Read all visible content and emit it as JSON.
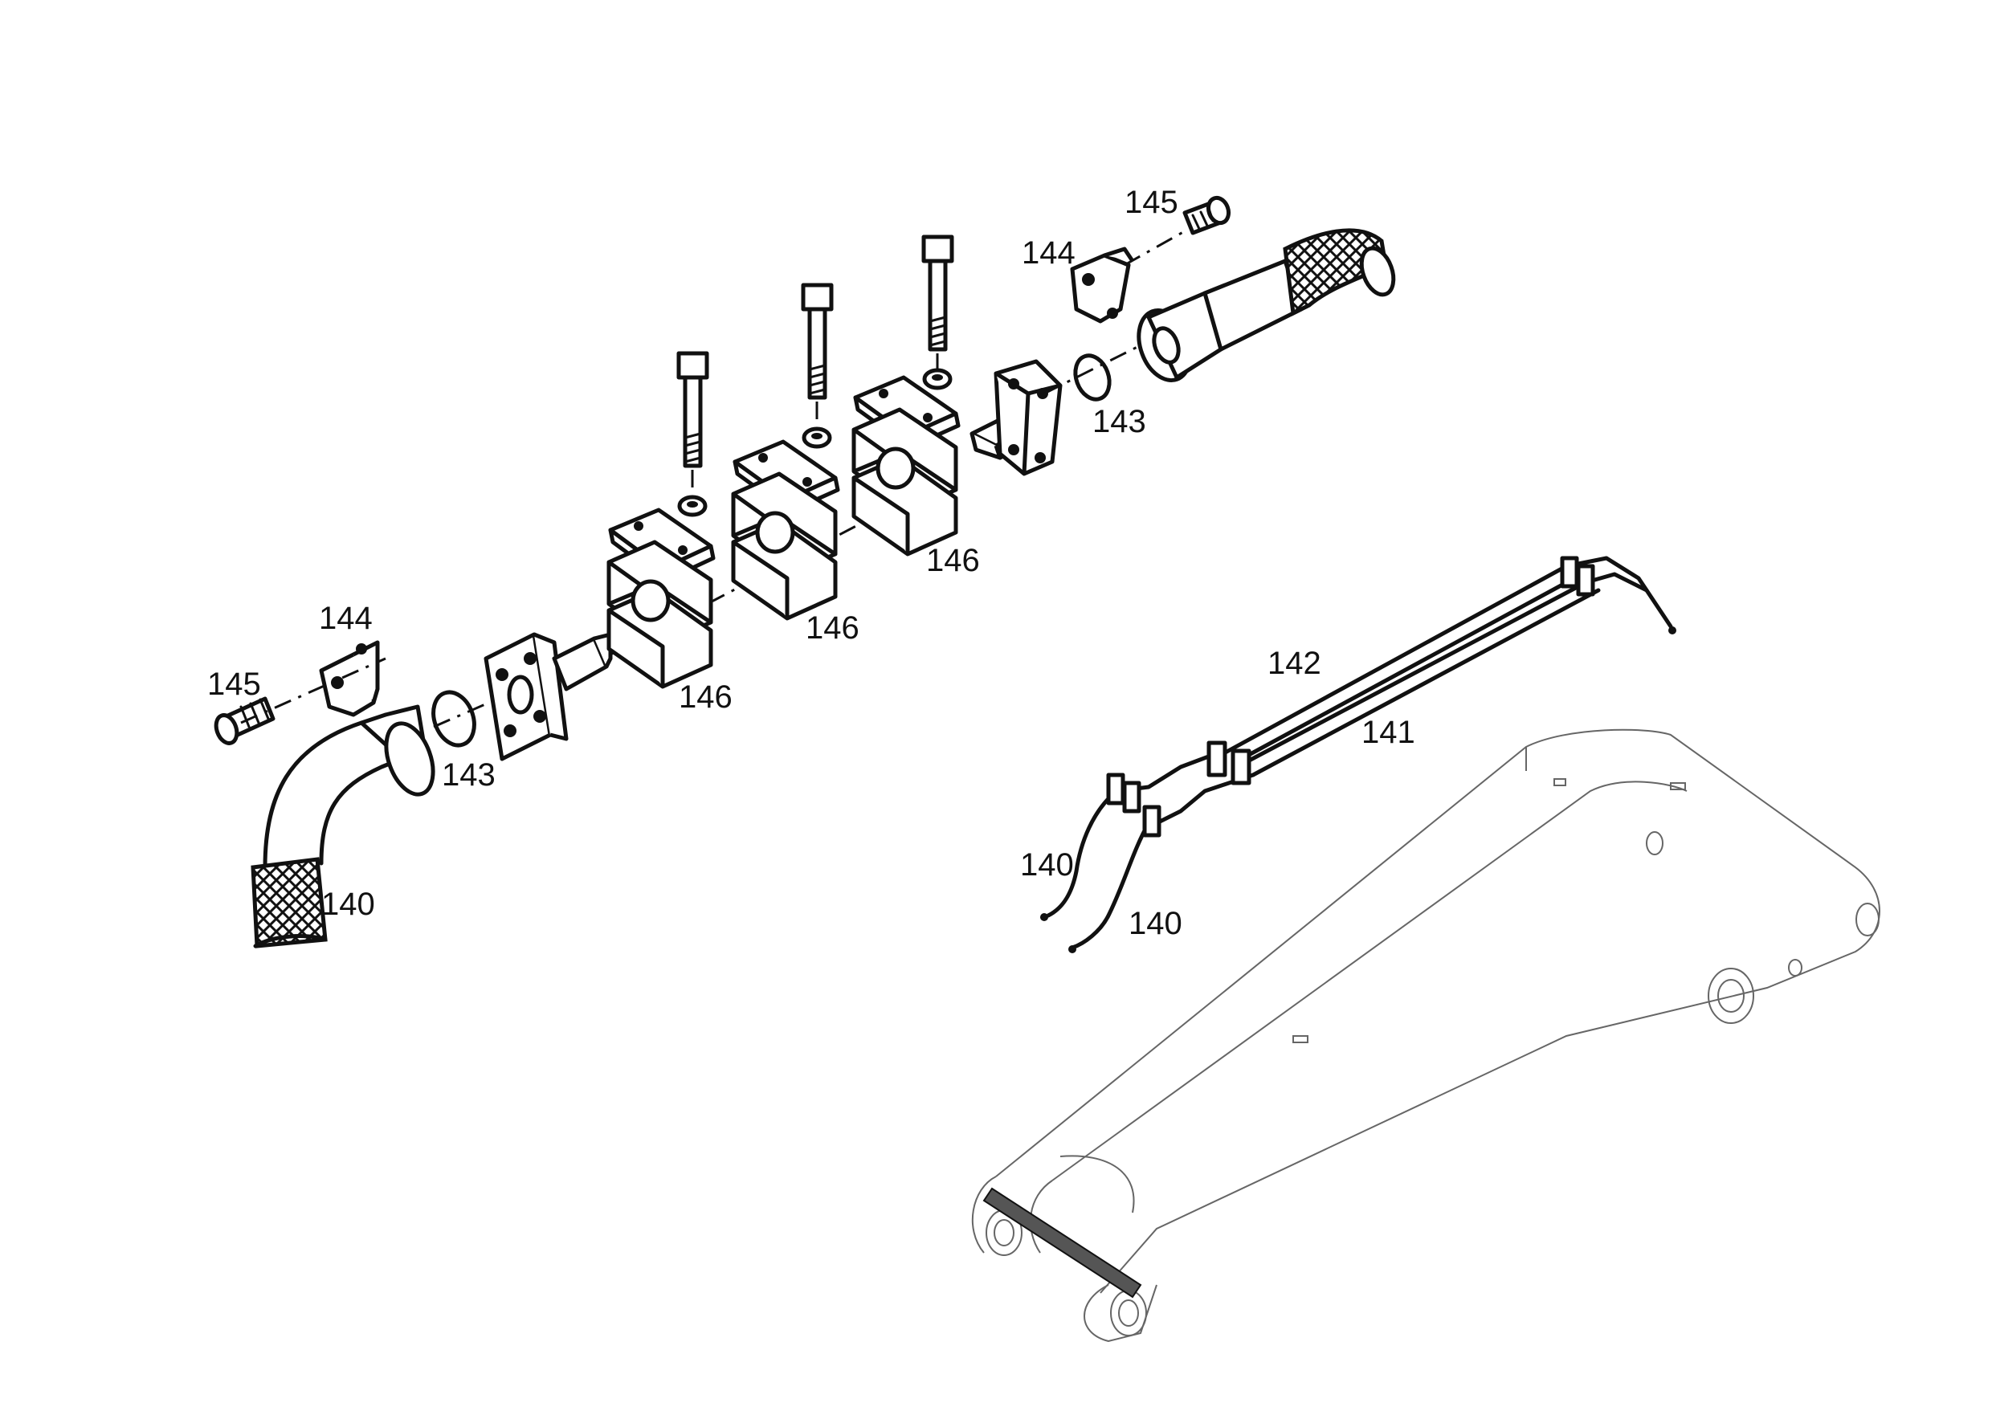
{
  "callouts": {
    "c145_left": "145",
    "c144_left": "144",
    "c143_left": "143",
    "c140_elbow": "140",
    "c146_a": "146",
    "c146_b": "146",
    "c146_c": "146",
    "c145_right": "145",
    "c144_right": "144",
    "c143_right": "143",
    "c142": "142",
    "c141": "141",
    "c140_left_pipe": "140",
    "c140_right_pipe": "140"
  },
  "colors": {
    "ink": "#111111",
    "background": "#ffffff"
  }
}
